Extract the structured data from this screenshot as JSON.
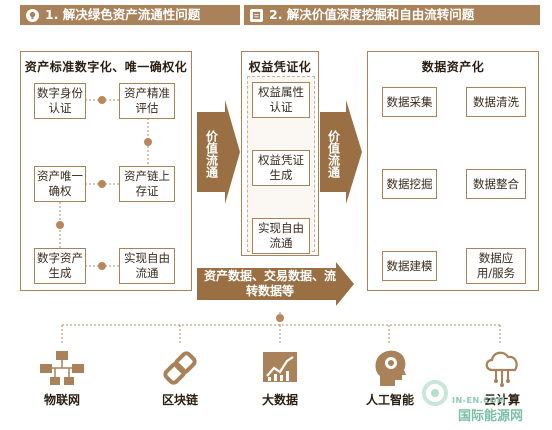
{
  "headers": {
    "left": "1. 解决绿色资产流通性问题",
    "right": "2. 解决价值深度挖掘和自由流转问题"
  },
  "panel_left": {
    "title": "资产标准数字化、唯一确权化",
    "boxes": [
      "数字身份认证",
      "资产精准评估",
      "资产唯一确权",
      "资产链上存证",
      "数字资产生成",
      "实现自由流通"
    ]
  },
  "panel_mid": {
    "title": "权益凭证化",
    "boxes": [
      "权益属性认证",
      "权益凭证生成",
      "实现自由流通"
    ]
  },
  "panel_right": {
    "title": "数据资产化",
    "boxes": [
      "数据采集",
      "数据清洗",
      "数据挖掘",
      "数据整合",
      "数据建模",
      "数据应用/服务"
    ]
  },
  "flow_arrows": {
    "arrow1": "价值流通",
    "arrow2": "价值流通",
    "bottom": "资产数据、交易数据、流转数据等"
  },
  "technologies": [
    {
      "label": "物联网",
      "icon": "iot-icon"
    },
    {
      "label": "区块链",
      "icon": "blockchain-icon"
    },
    {
      "label": "大数据",
      "icon": "bigdata-icon"
    },
    {
      "label": "人工智能",
      "icon": "ai-icon"
    },
    {
      "label": "云计算",
      "icon": "cloud-icon"
    }
  ],
  "watermark": {
    "en": "IN-EN.COM",
    "cn": "国际能源网"
  },
  "colors": {
    "brown": "#a9825a",
    "dark_brown": "#9a6f43",
    "accent": "#b8875b"
  }
}
